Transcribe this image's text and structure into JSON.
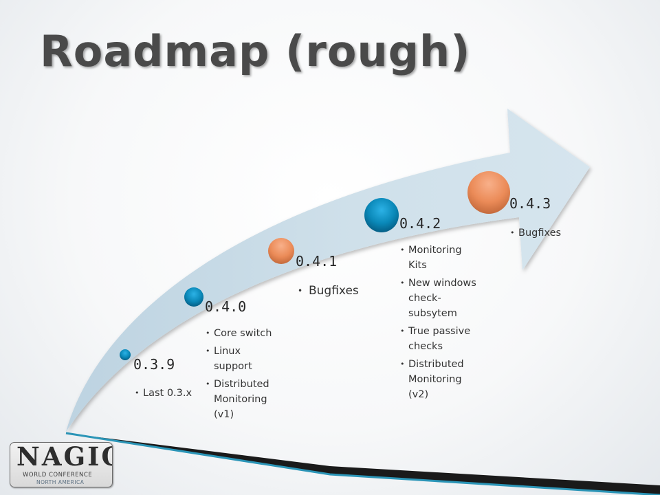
{
  "title": "Roadmap (rough)",
  "colors": {
    "arrow_fill": "#cfe0ea",
    "small_node": "#1392c6",
    "medium_node": "#e8894e",
    "large_node": "#0a87b5",
    "largest_node": "#ee8e5d",
    "bottom_accent": "#2b95b7"
  },
  "milestones": [
    {
      "version": "0.3.9",
      "notes": [
        "Last 0.3.x"
      ]
    },
    {
      "version": "0.4.0",
      "notes": [
        "Core switch",
        "Linux support",
        "Distributed Monitoring (v1)"
      ]
    },
    {
      "version": "0.4.1",
      "notes": [
        "Bugfixes"
      ]
    },
    {
      "version": "0.4.2",
      "notes": [
        "Monitoring Kits",
        "New windows check-subsytem",
        "True passive checks",
        "Distributed Monitoring (v2)"
      ]
    },
    {
      "version": "0.4.3",
      "notes": [
        "Bugfixes"
      ]
    }
  ],
  "logo": {
    "name": "NAGIOS",
    "line1": "WORLD CONFERENCE",
    "line2": "NORTH AMERICA"
  }
}
